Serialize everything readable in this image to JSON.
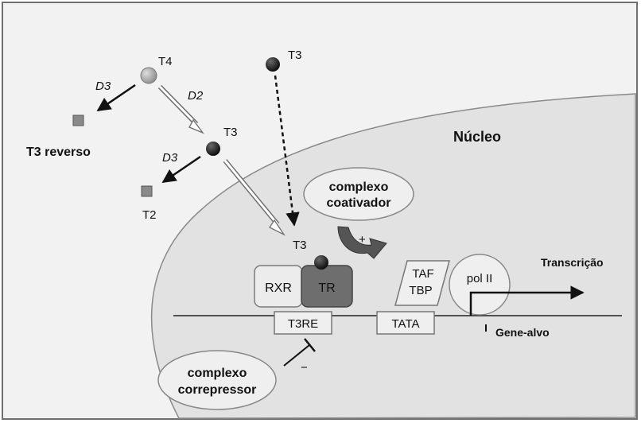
{
  "labels": {
    "t4": "T4",
    "t3_top": "T3",
    "d3_left": "D3",
    "d2": "D2",
    "t3_reverse": "T3 reverso",
    "t3_mid": "T3",
    "d3_mid": "D3",
    "t2": "T2",
    "nucleus": "Núcleo",
    "coactivator_line1": "complexo",
    "coactivator_line2": "coativador",
    "plus": "+",
    "t3_receptor": "T3",
    "rxr": "RXR",
    "tr": "TR",
    "t3re": "T3RE",
    "taf": "TAF",
    "tbp": "TBP",
    "tata": "TATA",
    "pol2": "pol II",
    "transcription": "Transcrição",
    "target_gene": "Gene-alvo",
    "corepressor_line1": "complexo",
    "corepressor_line2": "correpressor",
    "minus": "−"
  },
  "colors": {
    "border": "#6f6f6f",
    "cytoplasm": "#f2f2f2",
    "nucleus": "#e2e2e2",
    "t4_sphere": "#a3a3a3",
    "t3_sphere": "#1e1e1e",
    "square": "#8a8a8a",
    "rxr_fill": "#ececec",
    "tr_fill": "#6e6e6e",
    "box_fill": "#efefef",
    "ellipse_fill": "#efefef",
    "curved_arrow": "#555555"
  }
}
